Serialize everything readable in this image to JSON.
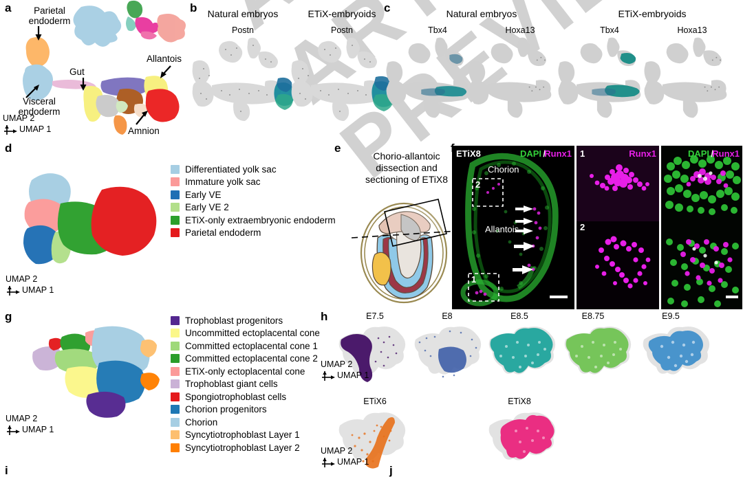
{
  "figure": {
    "watermark": "ACCEPTED ARTICLE PREVIEW",
    "panel_letters": {
      "a": "a",
      "b": "b",
      "c": "c",
      "d": "d",
      "e": "e",
      "f": "f",
      "g": "g",
      "h": "h",
      "i": "i",
      "j": "j"
    }
  },
  "axis_labels": {
    "umap1": "UMAP 1",
    "umap2": "UMAP 2"
  },
  "panel_a": {
    "letter": "a",
    "annotations": [
      {
        "name": "parietal-endoderm",
        "text": "Parietal\nendoderm"
      },
      {
        "name": "visceral-endoderm",
        "text": "Visceral\nendoderm"
      },
      {
        "name": "gut",
        "text": "Gut"
      },
      {
        "name": "allantois",
        "text": "Allantois"
      },
      {
        "name": "amnion",
        "text": "Amnion"
      }
    ],
    "parietal_endoderm_label": "Parietal endoderm",
    "parietal_line1": "Parietal",
    "parietal_line2": "endoderm",
    "visceral_line1": "Visceral",
    "visceral_line2": "endoderm",
    "gut_label": "Gut",
    "allantois_label": "Allantois",
    "amnion_label": "Amnion"
  },
  "panel_b": {
    "letter": "b",
    "groups": [
      {
        "title": "Natural embryos",
        "gene": "Postn"
      },
      {
        "title": "ETiX-embryoids",
        "gene": "Postn"
      }
    ]
  },
  "panel_c": {
    "letter": "c",
    "groups": [
      {
        "title": "Natural embryos",
        "genes": [
          "Tbx4",
          "Hoxa13"
        ]
      },
      {
        "title": "ETiX-embryoids",
        "genes": [
          "Tbx4",
          "Hoxa13"
        ]
      }
    ]
  },
  "panel_d": {
    "letter": "d",
    "legend": [
      {
        "label": "Differentiated yolk sac",
        "color": "#a6cee3"
      },
      {
        "label": "Immature yolk sac",
        "color": "#fb9a99"
      },
      {
        "label": "Early VE",
        "color": "#1f6fb4"
      },
      {
        "label": "Early VE 2",
        "color": "#b2df8a"
      },
      {
        "label": "ETiX-only extraembryonic endoderm",
        "color": "#2ca02c"
      },
      {
        "label": "Parietal endoderm",
        "color": "#e41a1c"
      }
    ]
  },
  "panel_e": {
    "letter": "e",
    "title": "Chorio-allantoic dissection and sectioning of ETiX8",
    "title_lines": [
      "Chorio-allantoic",
      "dissection and",
      "sectioning of ETiX8"
    ]
  },
  "panel_f": {
    "letter": "f",
    "images": [
      {
        "name": "overview",
        "corner_label": "ETiX8",
        "channel_label_green": "DAPI",
        "channel_label_sep": "/",
        "channel_label_magenta": "Runx1",
        "region_labels": [
          "Chorion",
          "Allantois"
        ],
        "inset_markers": [
          "1",
          "2"
        ],
        "arrow_count": 5
      },
      {
        "name": "runx1-only",
        "corner_label": "1",
        "second_label": "2",
        "channel_label_magenta": "Runx1"
      },
      {
        "name": "merge",
        "channel_label_green": "DAPI",
        "channel_label_sep": "/",
        "channel_label_magenta": "Runx1"
      }
    ],
    "colors": {
      "dapi": "#33d13a",
      "runx1": "#e81fe8"
    }
  },
  "panel_g": {
    "letter": "g",
    "legend": [
      {
        "label": "Trophoblast progenitors",
        "color": "#53278f"
      },
      {
        "label": "Uncommitted ectoplacental cone",
        "color": "#fbf78a"
      },
      {
        "label": "Committed ectoplacental cone 1",
        "color": "#9fd97a"
      },
      {
        "label": "Committed ectoplacental cone 2",
        "color": "#2a9d2a"
      },
      {
        "label": "ETiX-only ectoplacental cone",
        "color": "#fb9a99"
      },
      {
        "label": "Trophoblast giant cells",
        "color": "#cab2d6"
      },
      {
        "label": "Spongiotrophoblast cells",
        "color": "#e41a1c"
      },
      {
        "label": "Chorion progenitors",
        "color": "#1f78b4"
      },
      {
        "label": "Chorion",
        "color": "#a6cee3"
      },
      {
        "label": "Syncytiotrophoblast Layer 1",
        "color": "#fdbf6f"
      },
      {
        "label": "Syncytiotrophoblast Layer 2",
        "color": "#ff7f00"
      }
    ]
  },
  "panel_h": {
    "letter": "h",
    "row1": [
      {
        "label": "E7.5",
        "color": "#4b1a6b"
      },
      {
        "label": "E8",
        "color": "#3f5fa8"
      },
      {
        "label": "E8.5",
        "color": "#19a39a"
      },
      {
        "label": "E8.75",
        "color": "#6dc24e"
      },
      {
        "label": "E9.5",
        "color": "#2e86c8"
      }
    ],
    "row2": [
      {
        "label": "ETiX6",
        "color": "#e8701a"
      },
      {
        "label": "ETiX8",
        "color": "#ea1e7a"
      }
    ],
    "background_color": "#dcdcdc"
  }
}
